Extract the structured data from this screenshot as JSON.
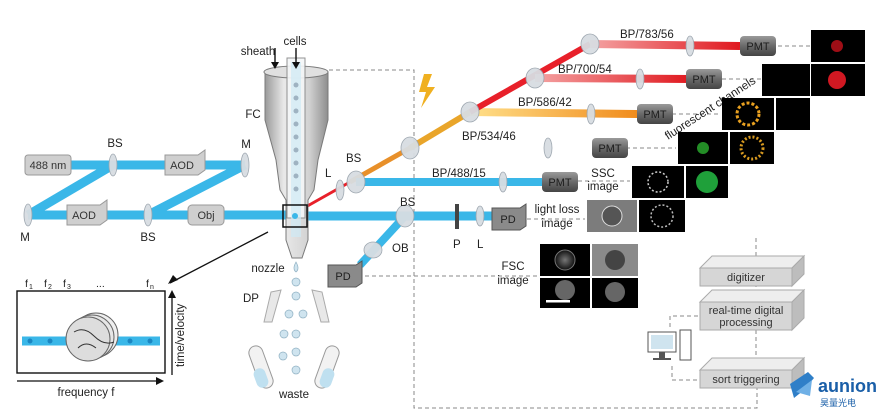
{
  "labels": {
    "sheath": "sheath",
    "cells": "cells",
    "fc": "FC",
    "nozzle": "nozzle",
    "dp": "DP",
    "waste": "waste",
    "laser": "488 nm",
    "aod1": "AOD",
    "aod2": "AOD",
    "obj": "Obj",
    "bs_top": "BS",
    "bs_bottom": "BS",
    "bs_main": "BS",
    "bs_ob": "BS",
    "m_top": "M",
    "m_bottom": "M",
    "l_main": "L",
    "l_pd": "L",
    "p": "P",
    "ob": "OB",
    "pd_main": "PD",
    "pd_fsc": "PD",
    "bp783": "BP/783/56",
    "bp700": "BP/700/54",
    "bp586": "BP/586/42",
    "bp534": "BP/534/46",
    "bp488": "BP/488/15",
    "pmt": "PMT",
    "fluorescent_channels": "fluorescent channels",
    "ssc_image_1": "SSC",
    "ssc_image_2": "image",
    "lightloss_image_1": "light loss",
    "lightloss_image_2": "image",
    "fsc_image_1": "FSC",
    "fsc_image_2": "image",
    "digitizer": "digitizer",
    "realtime_1": "real-time digital",
    "realtime_2": "processing",
    "sort_triggering": "sort triggering",
    "f1": "f",
    "f1_sub": "1",
    "f2": "f",
    "f2_sub": "2",
    "f3": "f",
    "f3_sub": "3",
    "fdots": "...",
    "fn": "f",
    "fn_sub": "n",
    "time_velocity": "time/velocity",
    "frequency_f": "frequency f"
  },
  "logo": {
    "text": "aunion",
    "subtext": "昊量光电",
    "color": "#1a5fa8"
  },
  "colors": {
    "beam_blue": "#3ab7e8",
    "beam_red": "#e8202a",
    "beam_orange": "#f3a12c",
    "beam_green": "#55b540",
    "box_gray": "#d4d4d4"
  }
}
